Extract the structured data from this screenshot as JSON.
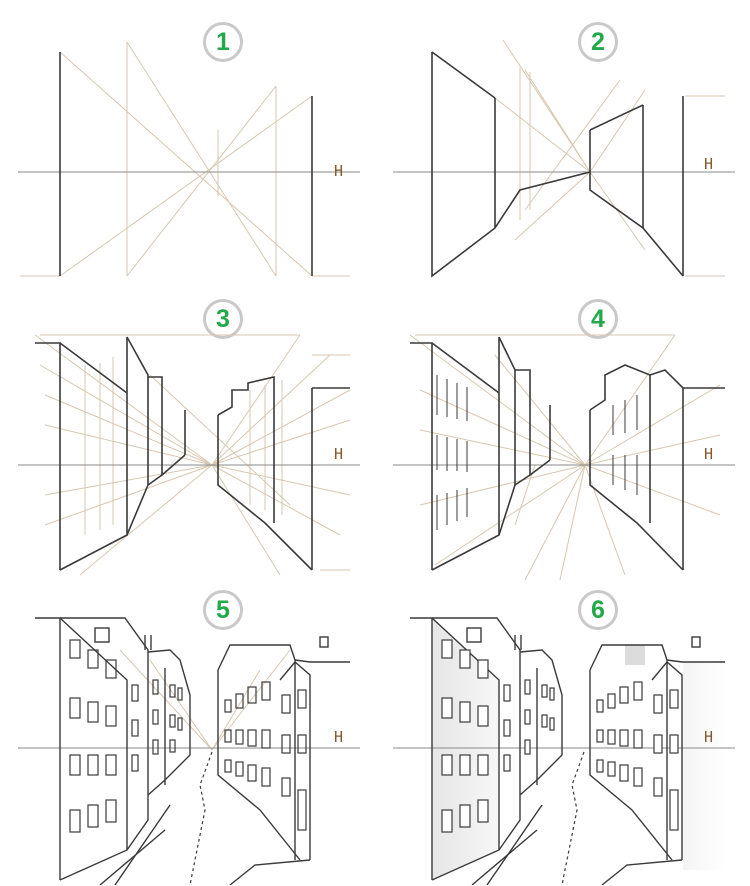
{
  "steps": [
    {
      "number": "1",
      "horizon_label": "H"
    },
    {
      "number": "2",
      "horizon_label": "H"
    },
    {
      "number": "3",
      "horizon_label": "H"
    },
    {
      "number": "4",
      "horizon_label": "H"
    },
    {
      "number": "5",
      "horizon_label": "H"
    },
    {
      "number": "6",
      "horizon_label": "H"
    }
  ],
  "colors": {
    "badge_number": "#21a94a",
    "badge_ring": "#c9c9c9",
    "construction_line": "#d8c7b0",
    "outline": "#3a3a3a",
    "horizon_mark": "#8a5a2e"
  }
}
